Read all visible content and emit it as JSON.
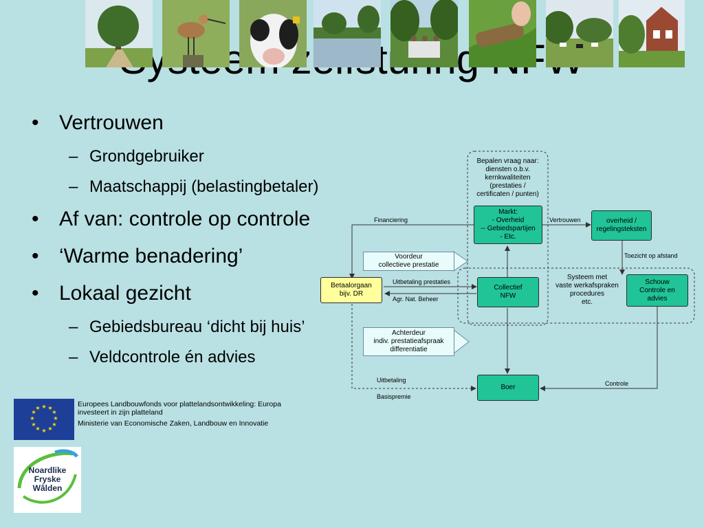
{
  "slide": {
    "title": "Systeem zelfsturing NFW",
    "bullets": [
      {
        "text": "Vertrouwen",
        "sub": [
          "Grondgebruiker",
          "Maatschappij (belastingbetaler)"
        ]
      },
      {
        "text": "Af van: controle op controle",
        "sub": []
      },
      {
        "text": "‘Warme benadering’",
        "sub": []
      },
      {
        "text": "Lokaal gezicht",
        "sub": [
          "Gebiedsbureau ‘dicht bij huis’",
          "Veldcontrole én advies"
        ]
      }
    ]
  },
  "diagram": {
    "nodes": {
      "bepalen": "Bepalen vraag naar:\ndiensten o.b.v.\nkernkwaliteiten\n(prestaties /\ncertificaten / punten)",
      "markt": "Markt:\n- Overheid\n-- Gebiedspartijen\n- Etc.",
      "overheid": "overheid /\nregelingsteksten",
      "voordeur": "Voordeur\ncollectieve prestatie",
      "betaalorgaan": "Betaalorgaan\nbijv. DR",
      "collectief": "Collectief\nNFW",
      "systeem": "Systeem met\nvaste werkafspraken\nprocedures\netc.",
      "schouw": "Schouw\nControle en\nadvies",
      "achterdeur": "Achterdeur\nindiv. prestatieafspraak\ndifferentiatie",
      "boer": "Boer"
    },
    "edges": {
      "financiering": "Financiering",
      "vertrouwen": "Vertrouwen",
      "toezicht": "Toezicht op afstand",
      "uitbetaling_prestaties": "Uitbetaling prestaties",
      "agr_nat_beheer": "Agr. Nat. Beheer",
      "uitbetaling": "Uitbetaling",
      "basispremie": "Basispremie",
      "controle": "Controle"
    },
    "colors": {
      "green": "#20c497",
      "yellow": "#ffff9c",
      "bubble": "#e8fcfc",
      "background": "#b9e0e3"
    }
  },
  "footer": {
    "eu_line1": "Europees Landbouwfonds voor plattelandsontwikkeling: Europa investeert in zijn platteland",
    "eu_line2": "Ministerie van Economische Zaken, Landbouw en Innovatie",
    "logo_text": "Noardlike\nFryske\nWâlden",
    "photo_icons": [
      "tree-photo-icon",
      "godwit-bird-photo-icon",
      "cow-photo-icon",
      "pond-photo-icon",
      "meeting-outdoors-photo-icon",
      "soil-inspection-photo-icon",
      "grazing-cows-photo-icon",
      "farmhouse-photo-icon"
    ]
  }
}
